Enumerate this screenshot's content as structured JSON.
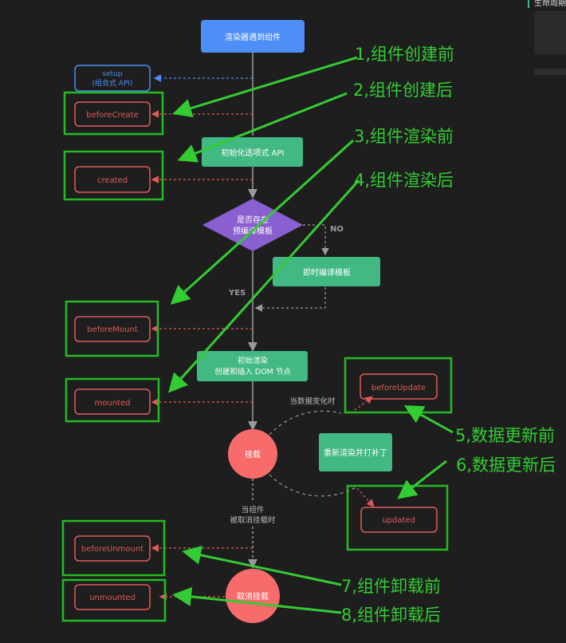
{
  "top_fragment": "生命周期",
  "nodes": {
    "renderer": "渲染器遇到组件",
    "setup_line1": "setup",
    "setup_line2": "(组合式 API)",
    "before_create": "beforeCreate",
    "init_options": "初始化选项式 API",
    "created": "created",
    "template_q_line1": "是否存在",
    "template_q_line2": "预编译模板",
    "no_label": "NO",
    "jit_compile": "即时编译模板",
    "yes_label": "YES",
    "before_mount": "beforeMount",
    "initial_render_line1": "初始渲染",
    "initial_render_line2": "创建和插入 DOM 节点",
    "mounted": "mounted",
    "data_change": "当数据变化时",
    "before_update": "beforeUpdate",
    "mounted_circle": "挂载",
    "rerender_patch": "重新渲染并打补丁",
    "updated": "updated",
    "unmount_note_line1": "当组件",
    "unmount_note_line2": "被取消挂载时",
    "before_unmount": "beforeUnmount",
    "unmount_circle": "取消挂载",
    "unmounted": "unmounted"
  },
  "annotations": [
    "1,组件创建前",
    "2,组件创建后",
    "3,组件渲染前",
    "4,组件渲染后",
    "5,数据更新前",
    "6,数据更新后",
    "7,组件卸载前",
    "8,组件卸载后"
  ],
  "colors": {
    "background": "#1e1e1e",
    "blue_box": "#4d8ef7",
    "green_box": "#42b883",
    "purple_diamond": "#8a5fcf",
    "red_circle": "#f86b6b",
    "hook_border": "#e05a5a",
    "annotation_green": "#33cc33",
    "flow_line": "#9a9a9a"
  }
}
